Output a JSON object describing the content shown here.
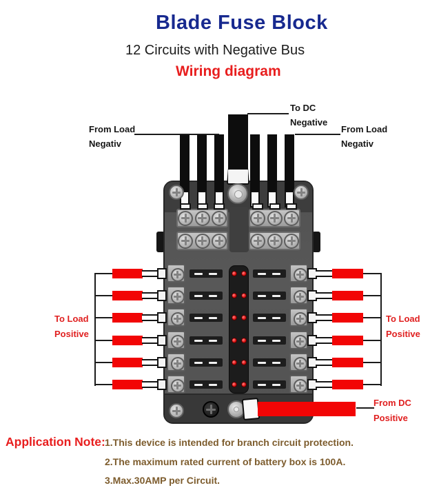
{
  "header": {
    "title": "Blade Fuse Block",
    "subtitle": "12 Circuits with Negative Bus",
    "diagram_heading": "Wiring diagram"
  },
  "colors": {
    "title_blue": "#17298f",
    "heading_red": "#e81e1e",
    "label_black": "#161616",
    "label_red": "#e02020",
    "wire_red": "#f20505",
    "wire_black": "#0d0d0d",
    "led_red": "#e31616",
    "note_brown": "#7d5c2d"
  },
  "diagram": {
    "labels": {
      "top_left_line1": "From Load",
      "top_left_line2": "Negativ",
      "top_center_line1": "To DC",
      "top_center_line2": "Negative",
      "top_right_line1": "From Load",
      "top_right_line2": "Negativ",
      "left_line1": "To Load",
      "left_line2": "Positive",
      "right_line1": "To Load",
      "right_line2": "Positive",
      "bottom_right_line1": "From DC",
      "bottom_right_line2": "Positive"
    },
    "circuit_rows": 6,
    "negative_wires_per_side": 3,
    "bus_rows": 2,
    "bus_screws_per_group": 3,
    "leds_per_row": 2
  },
  "application_note": {
    "heading": "Application Note:",
    "items": [
      "1.This device is intended for branch circuit protection.",
      "2.The maximum rated current of battery box is 100A.",
      "3.Max.30AMP per Circuit."
    ]
  }
}
